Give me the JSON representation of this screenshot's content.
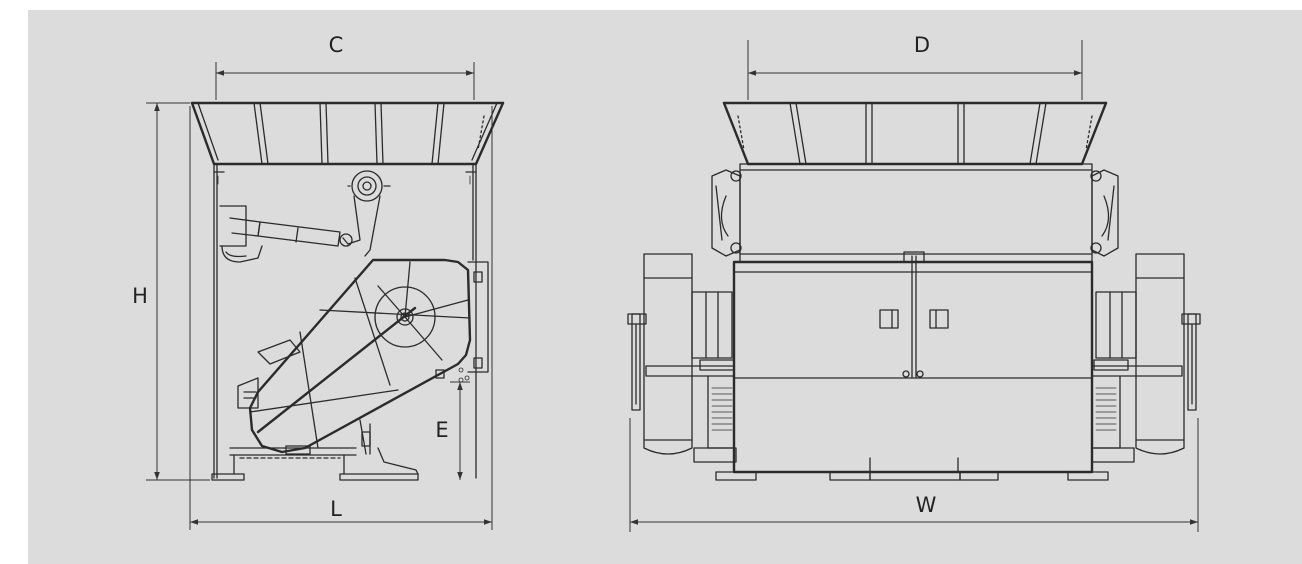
{
  "figure": {
    "background_color": "#dcdcdc",
    "line_color": "#2b2b2b",
    "side_view": {
      "dimensions": {
        "C": "C",
        "H": "H",
        "E": "E",
        "L": "L"
      }
    },
    "front_view": {
      "dimensions": {
        "D": "D",
        "W": "W"
      }
    }
  }
}
